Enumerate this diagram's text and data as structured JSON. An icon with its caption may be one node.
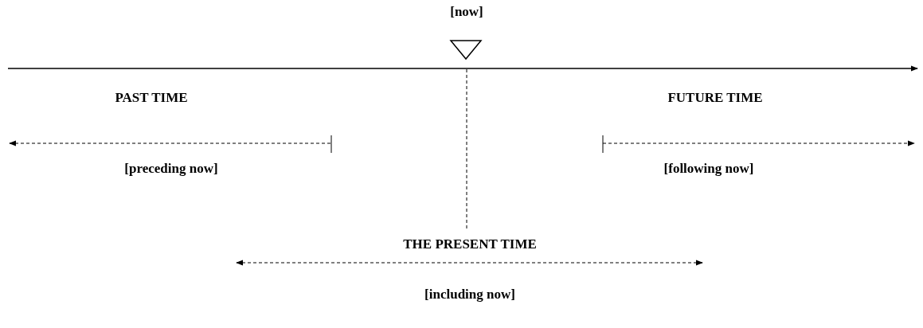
{
  "diagram": {
    "labels": [
      "[now]",
      "PAST TIME",
      "FUTURE TIME",
      "[preceding now]",
      "[following now]",
      "THE PRESENT TIME",
      "[including now]"
    ]
  }
}
